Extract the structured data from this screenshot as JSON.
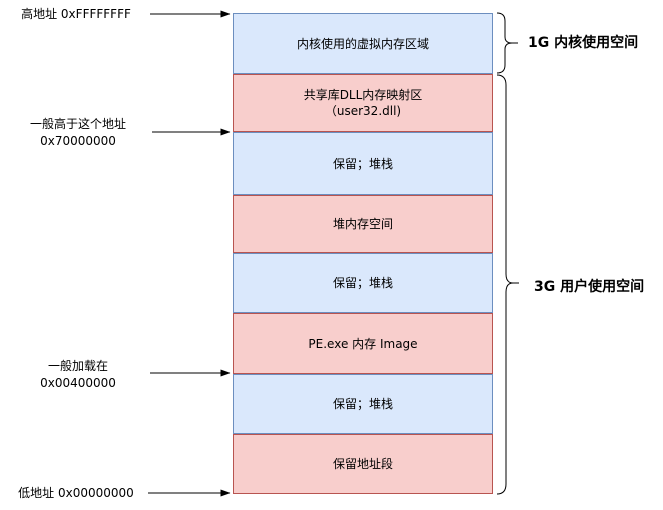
{
  "diagram": {
    "left_labels": {
      "high_address": "高地址 0xFFFFFFFF",
      "dll_base_line1": "一般高于这个地址",
      "dll_base_line2": "0x70000000",
      "pe_base_line1": "一般加载在",
      "pe_base_line2": "0x00400000",
      "low_address": "低地址 0x00000000"
    },
    "memory_blocks": [
      {
        "label": "内核使用的虚拟内存区域",
        "type": "blue"
      },
      {
        "label": "共享库DLL内存映射区",
        "sublabel": "（user32.dll)",
        "type": "pink"
      },
      {
        "label": "保留；堆栈",
        "type": "blue"
      },
      {
        "label": "堆内存空间",
        "type": "pink"
      },
      {
        "label": "保留；堆栈",
        "type": "blue"
      },
      {
        "label": "PE.exe 内存 Image",
        "type": "pink"
      },
      {
        "label": "保留；堆栈",
        "type": "blue"
      },
      {
        "label": "保留地址段",
        "type": "pink"
      }
    ],
    "right_labels": {
      "kernel_space": "1G 内核使用空间",
      "user_space": "3G 用户使用空间"
    },
    "colors": {
      "blue_fill": "#dae8fc",
      "blue_border": "#6c8ebf",
      "pink_fill": "#f8cecc",
      "pink_border": "#b85450"
    }
  }
}
